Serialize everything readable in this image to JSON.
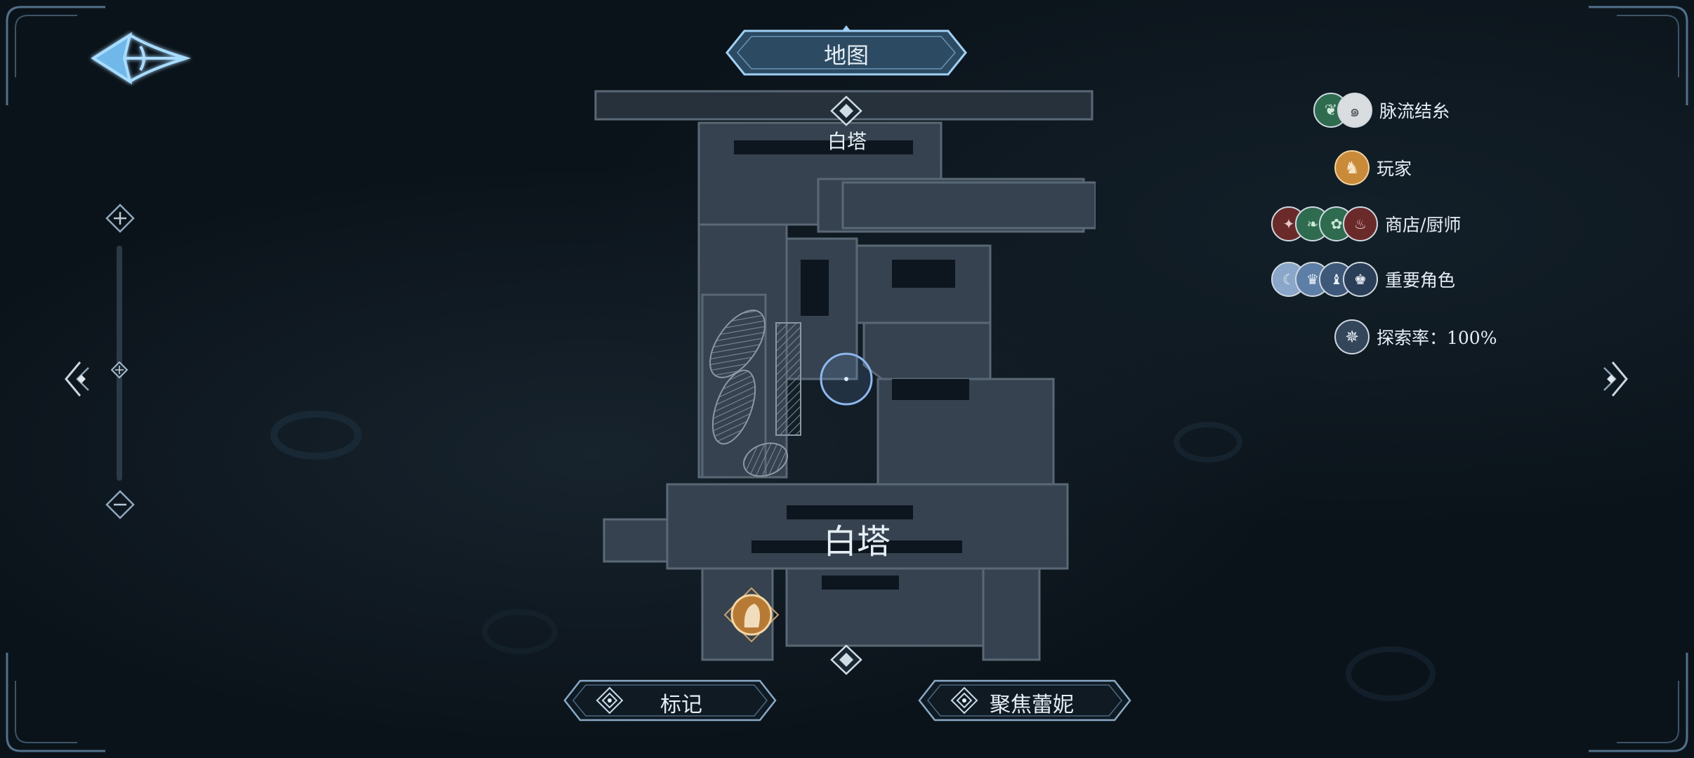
{
  "header": {
    "title": "地图"
  },
  "map": {
    "upper_area_label": "白塔",
    "main_area_label": "白塔"
  },
  "legend": {
    "items": [
      {
        "label": "脉流结糸",
        "icon_names": [
          "green-leaf-icon",
          "white-swirl-icon"
        ],
        "colors": [
          "#2f6b4f",
          "#d9dde0"
        ]
      },
      {
        "label": "玩家",
        "icon_names": [
          "player-portrait-icon"
        ],
        "colors": [
          "#c98a3a"
        ]
      },
      {
        "label": "商店/厨师",
        "icon_names": [
          "shop-icon",
          "fish-icon",
          "herb-icon",
          "chef-icon"
        ],
        "colors": [
          "#6b2a2a",
          "#2f6b4f",
          "#2f6b4f",
          "#6b2a2a"
        ]
      },
      {
        "label": "重要角色",
        "icon_names": [
          "character-a-icon",
          "character-b-icon",
          "character-c-icon",
          "character-d-icon"
        ],
        "colors": [
          "#8aa6c8",
          "#5d7ea6",
          "#3d5878",
          "#2a3e58"
        ]
      },
      {
        "label": "探索率：100%",
        "icon_names": [
          "compass-star-icon"
        ],
        "colors": [
          "#34465a"
        ]
      }
    ]
  },
  "buttons": {
    "mark": "标记",
    "focus": "聚焦蕾妮"
  },
  "colors": {
    "accent": "#9fd6ff",
    "map_fill": "#3a4654",
    "map_edge": "#5f6d7b",
    "frame": "#8bb9e0"
  }
}
